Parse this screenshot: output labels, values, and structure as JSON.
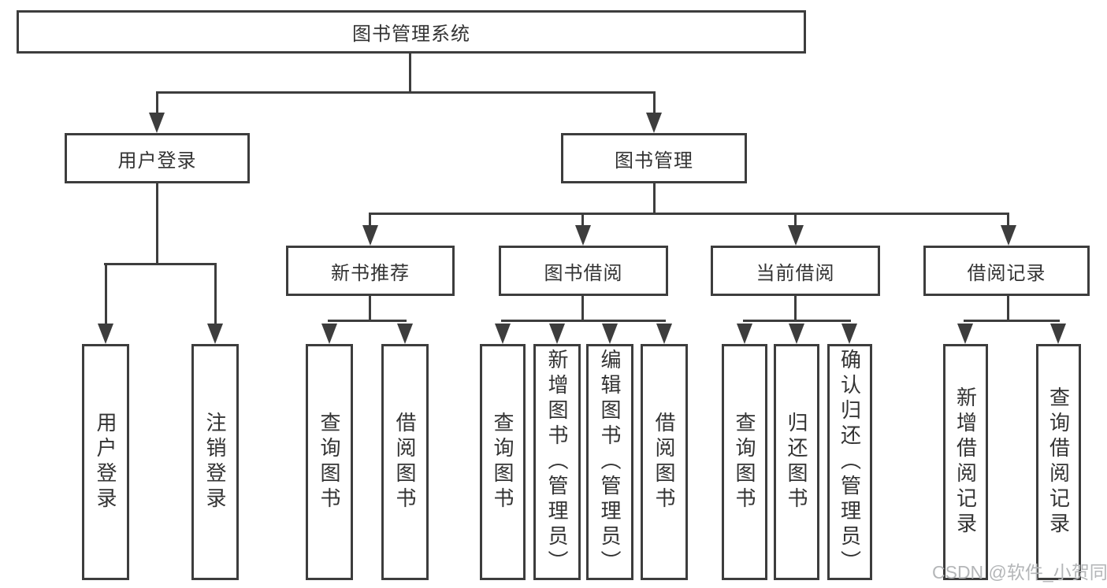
{
  "diagram": {
    "root": {
      "label": "图书管理系统"
    },
    "level2": [
      {
        "label": "用户登录"
      },
      {
        "label": "图书管理"
      }
    ],
    "level3": [
      {
        "label": "新书推荐"
      },
      {
        "label": "图书借阅"
      },
      {
        "label": "当前借阅"
      },
      {
        "label": "借阅记录"
      }
    ],
    "leaves": [
      {
        "parent": "用户登录",
        "label": "用户登录"
      },
      {
        "parent": "用户登录",
        "label": "注销登录"
      },
      {
        "parent": "新书推荐",
        "label": "查询图书"
      },
      {
        "parent": "新书推荐",
        "label": "借阅图书"
      },
      {
        "parent": "图书借阅",
        "label": "查询图书"
      },
      {
        "parent": "图书借阅",
        "label": "新增图书（管理员）"
      },
      {
        "parent": "图书借阅",
        "label": "编辑图书（管理员）"
      },
      {
        "parent": "图书借阅",
        "label": "借阅图书"
      },
      {
        "parent": "当前借阅",
        "label": "查询图书"
      },
      {
        "parent": "当前借阅",
        "label": "归还图书"
      },
      {
        "parent": "当前借阅",
        "label": "确认归还（管理员）"
      },
      {
        "parent": "借阅记录",
        "label": "新增借阅记录"
      },
      {
        "parent": "借阅记录",
        "label": "查询借阅记录"
      }
    ],
    "watermark": "CSDN @软件_小贺同学",
    "colors": {
      "line": "#3d3d3d",
      "text": "#333333",
      "watermark": "#b4b6b8",
      "background": "#ffffff"
    }
  }
}
